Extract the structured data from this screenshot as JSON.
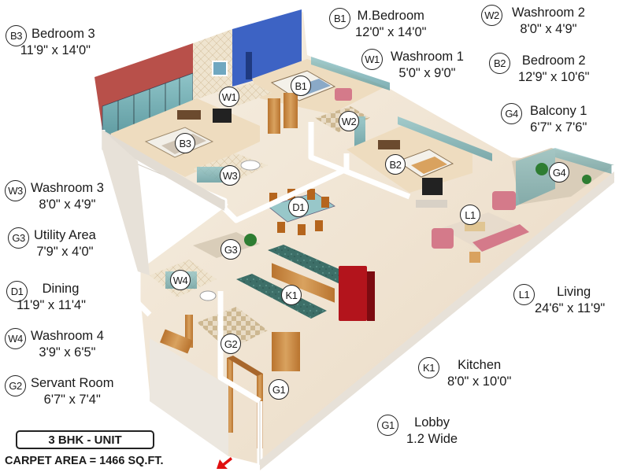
{
  "rooms": [
    {
      "code": "B3",
      "name": "Bedroom 3",
      "dims": "11'9\" x 14'0\""
    },
    {
      "code": "B1",
      "name": "M.Bedroom",
      "dims": "12'0\" x 14'0\""
    },
    {
      "code": "W2",
      "name": "Washroom 2",
      "dims": "8'0\" x 4'9\""
    },
    {
      "code": "W1",
      "name": "Washroom 1",
      "dims": "5'0\" x 9'0\""
    },
    {
      "code": "B2",
      "name": "Bedroom 2",
      "dims": "12'9\" x 10'6\""
    },
    {
      "code": "G4",
      "name": "Balcony 1",
      "dims": "6'7\" x 7'6\""
    },
    {
      "code": "W3",
      "name": "Washroom 3",
      "dims": "8'0\" x 4'9\""
    },
    {
      "code": "G3",
      "name": "Utility Area",
      "dims": "7'9\" x 4'0\""
    },
    {
      "code": "D1",
      "name": "Dining",
      "dims": "11'9\" x 11'4\""
    },
    {
      "code": "W4",
      "name": "Washroom 4",
      "dims": "3'9\" x 6'5\""
    },
    {
      "code": "G2",
      "name": "Servant Room",
      "dims": "6'7\" x 7'4\""
    },
    {
      "code": "L1",
      "name": "Living",
      "dims": "24'6\" x 11'9\""
    },
    {
      "code": "K1",
      "name": "Kitchen",
      "dims": "8'0\" x 10'0\""
    },
    {
      "code": "G1",
      "name": "Lobby",
      "dims": "1.2 Wide"
    }
  ],
  "plan_pins": [
    "W1",
    "B1",
    "B3",
    "W2",
    "W3",
    "B2",
    "G4",
    "D1",
    "L1",
    "G3",
    "W4",
    "K1",
    "G2",
    "G1"
  ],
  "unit_label": "3 BHK - UNIT",
  "carpet_area": "CARPET AREA = 1466 SQ.FT.",
  "colors": {
    "floor": "#f3ece0",
    "wall_top": "#ffffff",
    "wall_face": "#e8e4df",
    "accent_red": "#b8504a",
    "accent_blue": "#3d63c4",
    "fridge": "#b3141c",
    "sofa": "#d47a8a",
    "counter": "#3d6f68",
    "wood": "#c98b45",
    "glass": "#7fb3b8",
    "compass_arrow": "#e01010"
  },
  "icons": [
    "compass-arrow-icon"
  ]
}
